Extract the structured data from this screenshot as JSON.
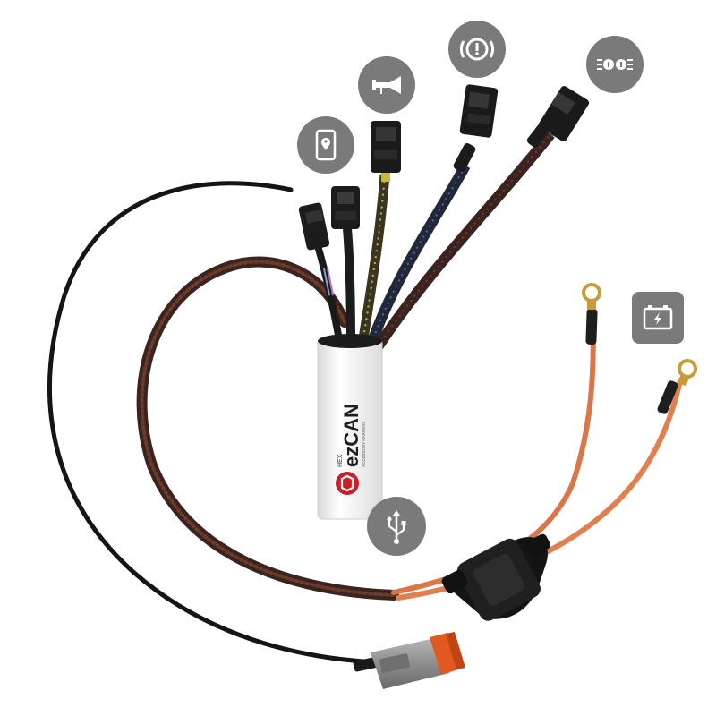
{
  "product": {
    "brand_small": "HEX",
    "name": "ezCAN",
    "tagline": "ACCESSORY HARNESS"
  },
  "icons": {
    "phone": "phone-location-icon",
    "horn": "horn-icon",
    "brake": "brake-warning-icon",
    "lights": "auxiliary-lights-icon",
    "battery": "battery-icon",
    "usb": "usb-icon"
  },
  "colors": {
    "badge": "#7a7a7a",
    "braid_brown": "#4a2a22",
    "braid_black": "#1c1c1c",
    "braid_blue": "#2a3550",
    "braid_yellow": "#3a3520",
    "wire_orange": "#d9774a",
    "connector_gray": "#8c8c8c",
    "connector_orange": "#e05a20",
    "housing": "#f2f2f2",
    "logo_red": "#c8202a"
  }
}
